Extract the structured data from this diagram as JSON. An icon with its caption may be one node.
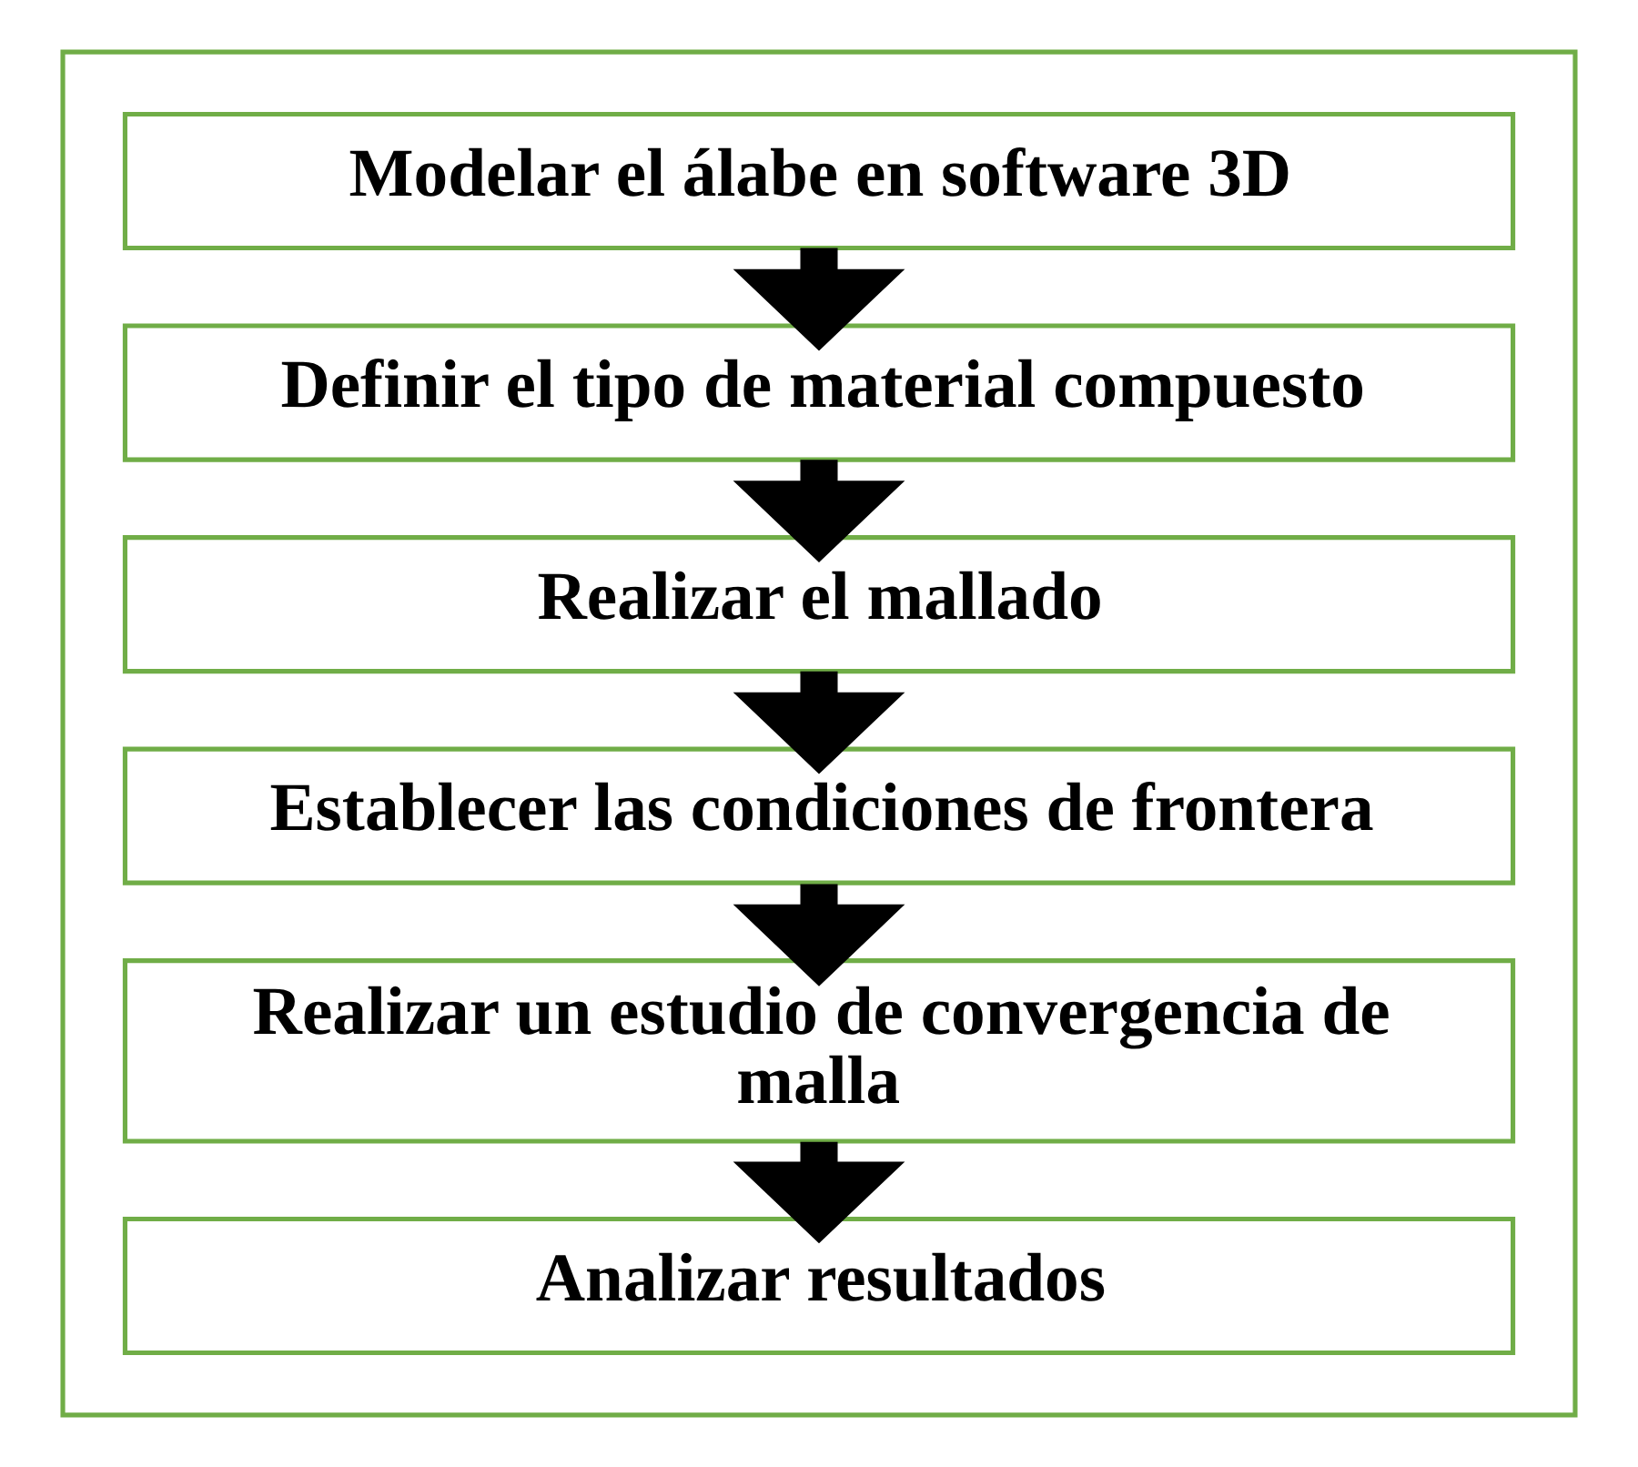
{
  "diagram": {
    "nodes": [
      {
        "text": [],
        "shape": "box"
      },
      {
        "text": [
          "Modelar el álabe en software 3D"
        ],
        "in": 0
      },
      {
        "text": [
          "Definir el tipo de material compuesto"
        ],
        "in": 0
      },
      {
        "text": [
          "Realizar el mallado"
        ],
        "in": 0
      },
      {
        "text": [
          "Establecer las condiciones de frontera"
        ],
        "in": 0
      },
      {
        "text": [
          "Realizar un estudio de convergencia de malla"
        ],
        "in": 0
      },
      {
        "text": [
          "Analizar resultados"
        ],
        "in": 0
      }
    ],
    "edges": [
      {
        "from": 1,
        "to": 2,
        "arrow": "to"
      },
      {
        "from": 2,
        "to": 3,
        "arrow": "to"
      },
      {
        "from": 3,
        "to": 4,
        "arrow": "to"
      },
      {
        "from": 4,
        "to": 5,
        "arrow": "to"
      },
      {
        "from": 5,
        "to": 6,
        "arrow": "to"
      }
    ]
  }
}
